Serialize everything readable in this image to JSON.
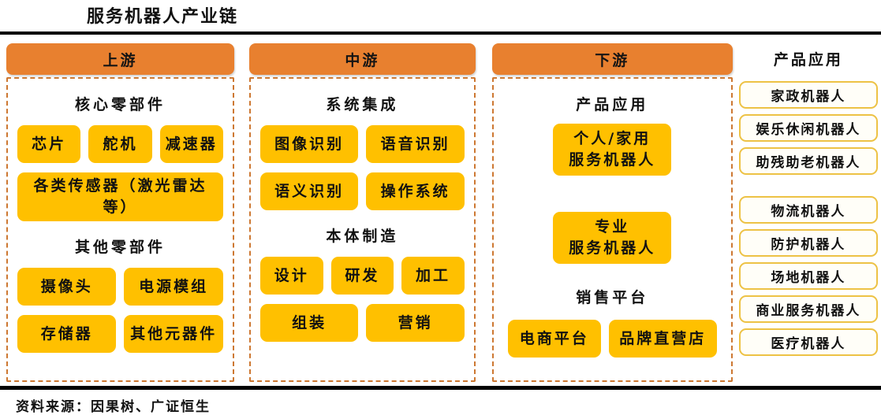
{
  "title": "服务机器人产业链",
  "source": "资料来源：因果树、广证恒生",
  "colors": {
    "header_bg": "#E8802F",
    "chip_bg": "#FFC000",
    "dashed_border": "#CD7832",
    "side_box_border": "#EDC245",
    "rule": "#000000",
    "text": "#111111"
  },
  "columns": [
    {
      "header": "上游",
      "sections": [
        {
          "label": "核心零部件",
          "rows": [
            [
              "芯片",
              "舵机",
              "减速器"
            ],
            [
              "各类传感器（激光雷达等）"
            ]
          ]
        },
        {
          "label": "其他零部件",
          "rows": [
            [
              "摄像头",
              "电源模组"
            ],
            [
              "存储器",
              "其他元器件"
            ]
          ]
        }
      ]
    },
    {
      "header": "中游",
      "sections": [
        {
          "label": "系统集成",
          "rows": [
            [
              "图像识别",
              "语音识别"
            ],
            [
              "语义识别",
              "操作系统"
            ]
          ]
        },
        {
          "label": "本体制造",
          "rows": [
            [
              "设计",
              "研发",
              "加工"
            ],
            [
              "组装",
              "营销"
            ]
          ]
        }
      ]
    },
    {
      "header": "下游",
      "sections": [
        {
          "label": "产品应用",
          "rows": [
            [
              "个人/家用\n服务机器人"
            ],
            [
              "专业\n服务机器人"
            ]
          ]
        },
        {
          "label": "销售平台",
          "rows": [
            [
              "电商平台",
              "品牌直营店"
            ]
          ]
        }
      ]
    }
  ],
  "side_panel": {
    "title": "产品应用",
    "groups": [
      {
        "items": [
          "家政机器人",
          "娱乐休闲机器人",
          "助残助老机器人"
        ]
      },
      {
        "items": [
          "物流机器人",
          "防护机器人",
          "场地机器人",
          "商业服务机器人",
          "医疗机器人"
        ]
      }
    ]
  }
}
